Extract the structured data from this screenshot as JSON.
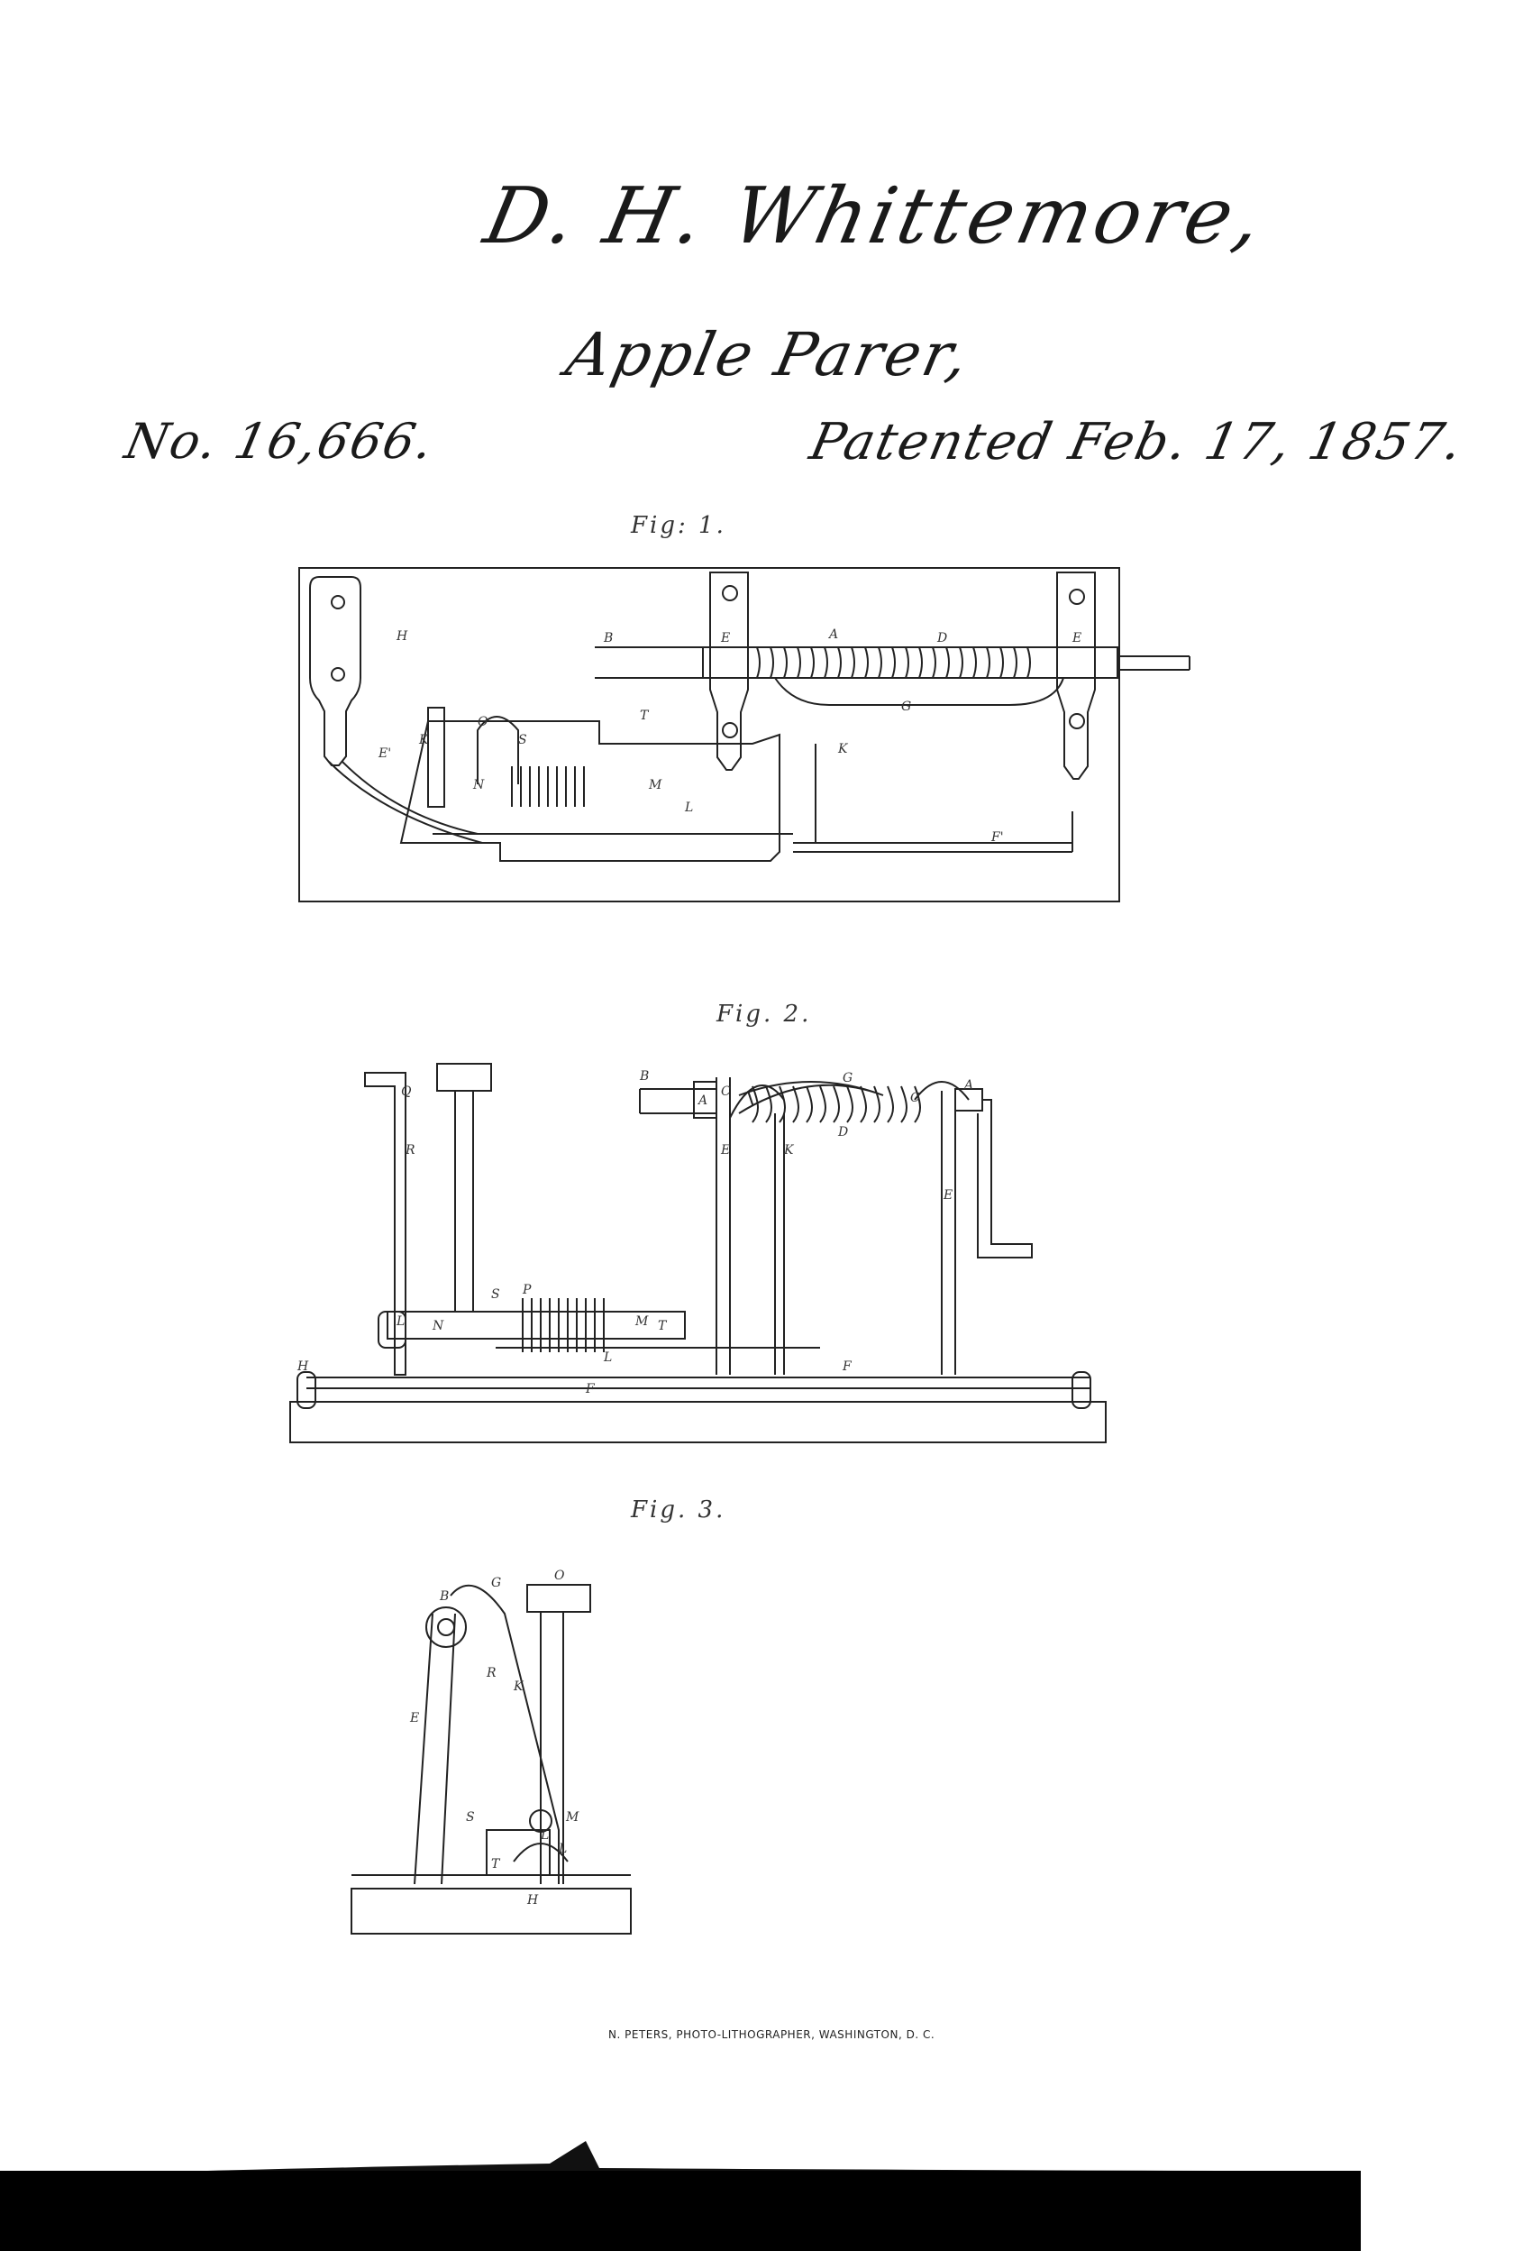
{
  "header": {
    "inventor": "D. H. Whittemore,",
    "subject": "Apple Parer,",
    "patent_number": "No. 16,666.",
    "patent_date": "Patented Feb. 17, 1857."
  },
  "figures": [
    {
      "label": "Fig: 1."
    },
    {
      "label": "Fig. 2."
    },
    {
      "label": "Fig. 3."
    }
  ],
  "footer": {
    "lithographer": "N. PETERS, PHOTO-LITHOGRAPHER, WASHINGTON, D. C."
  }
}
